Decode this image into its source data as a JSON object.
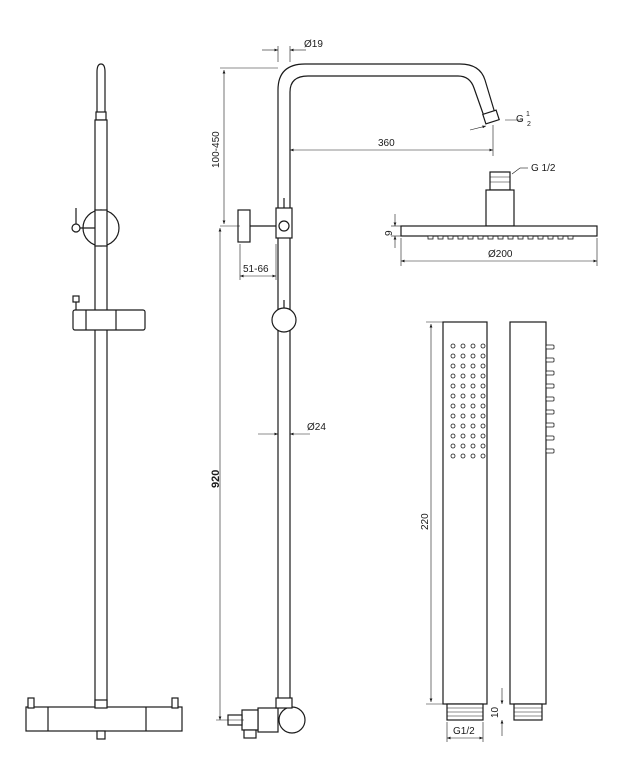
{
  "dimensions": {
    "pipe_diameter": "Ø19",
    "top_thread": "G",
    "top_thread_num": "1",
    "top_thread_den": "2",
    "arm_length": "360",
    "head_thread": "G 1/2",
    "height_adjust": "100-450",
    "head_thickness": "9",
    "head_diameter": "Ø200",
    "mixer_offset": "51-66",
    "rail_diameter": "Ø24",
    "total_height": "920",
    "handshower_length": "220",
    "handshower_thread_height": "10",
    "handshower_thread": "G1/2"
  }
}
